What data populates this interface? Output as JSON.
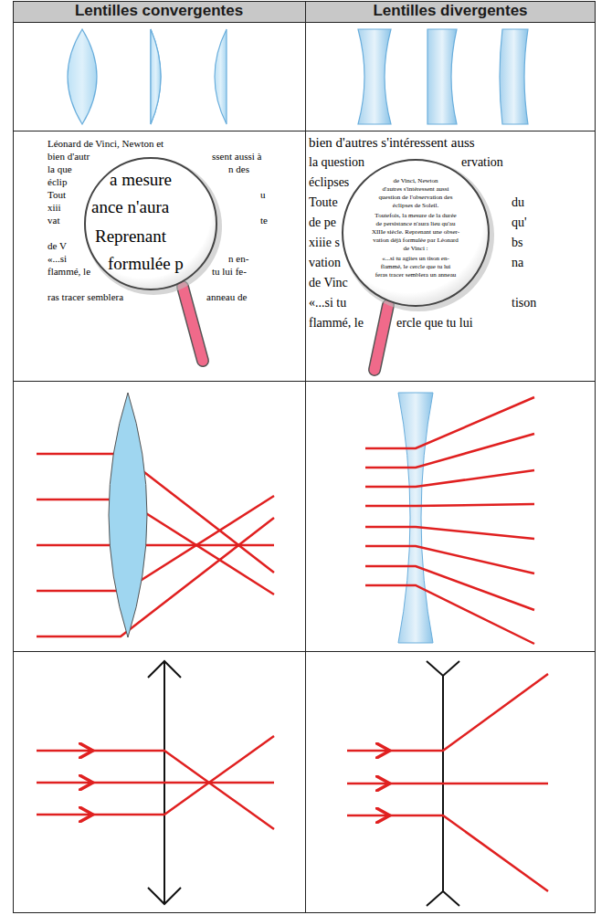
{
  "diagram": {
    "labels": [
      "Lentilles convergentes",
      "Lentilles divergentes",
      "Léonard de Vinci, Newton et",
      "bien d'autr",
      "ssent aussi à",
      "la que",
      "n des",
      "éclip",
      "Tout",
      "u",
      "xiii",
      "te",
      "vat",
      "de V",
      "«...si",
      "n en-",
      "flammé, le",
      "tu lui fe-",
      "ras tracer semblera",
      "anneau de",
      "a mesure",
      "ance n'aura",
      "Reprenant",
      "formulée p",
      "bien d'autres s'intéressent auss",
      "la question",
      "ervation",
      "éclipses",
      "Toute",
      "du",
      "de pe",
      "qu'",
      "xiiie s",
      "bs",
      "vation",
      "na",
      "de Vinc",
      "«...si tu",
      "tison",
      "flammé, le",
      "ercle que tu lui",
      "de Vinci, Newton",
      "d'autres s'intéressent aussi",
      "question de l'observation des",
      "éclipses de Soleil.",
      "Toutefois, la mesure de la durée",
      "de persistance n'aura lieu qu'au",
      "XIIIe siècle. Reprenant une obser-",
      "vation déjà formulée par Léonard",
      "de Vinci :",
      "«...si tu agites un tison en-",
      "flammé, le cercle que tu lui",
      "feras tracer semblera un anneau"
    ]
  }
}
